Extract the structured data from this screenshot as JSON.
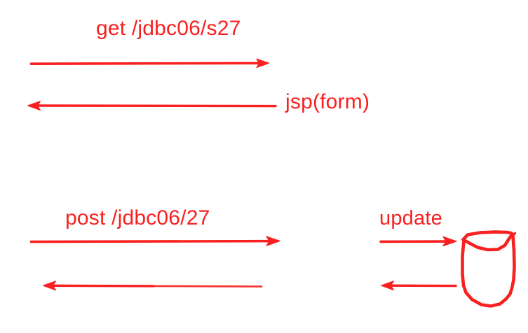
{
  "diagram": {
    "title": "HTTP request/response sequence sketch with database update",
    "background_color": "#ffffff",
    "ink_color": "#f92020",
    "style": "hand-drawn whiteboard sketch",
    "labels": [
      {
        "id": "get-request",
        "text": "get /jdbc06/s27",
        "color": "#f92020"
      },
      {
        "id": "jsp-response",
        "text": "jsp(form)",
        "color": "#f92020"
      },
      {
        "id": "post-request",
        "text": "post /jdbc06/27",
        "color": "#f92020"
      },
      {
        "id": "update-action",
        "text": "update",
        "color": "#f92020"
      }
    ],
    "arrows": [
      {
        "id": "arrow-get",
        "direction": "right",
        "label": "get /jdbc06/s27"
      },
      {
        "id": "arrow-jsp",
        "direction": "left",
        "label": "jsp(form)"
      },
      {
        "id": "arrow-post",
        "direction": "right",
        "label": "post /jdbc06/27"
      },
      {
        "id": "arrow-post-response",
        "direction": "left",
        "label": ""
      },
      {
        "id": "arrow-update-out",
        "direction": "right",
        "label": "update"
      },
      {
        "id": "arrow-update-in",
        "direction": "left",
        "label": ""
      }
    ],
    "shapes": [
      {
        "id": "database-cylinder",
        "kind": "database-cylinder-icon",
        "color": "#f92020"
      }
    ]
  }
}
